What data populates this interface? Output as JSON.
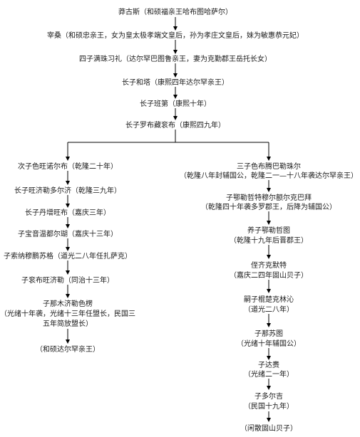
{
  "trunk": [
    "莽古斯（和硕福亲王哈布图哈萨尔）",
    "宰桑（和硕忠亲王，女为皇太极孝端文皇后，孙为孝庄文皇后，妹为敏惠恭元妃）",
    "四子满珠习礼（达尔罕巴图鲁亲王，妻为克勤郡王岳托长女）",
    "长子和塔（康熙四年达尔罕亲王）",
    "长子班第（康熙十年）",
    "长子罗布藏衮布（康熙四九年）"
  ],
  "left_branch": [
    "次子色旺诺尔布（乾隆二十年）",
    "长子旺济勒多尔济（乾隆三九年）",
    "长子丹增旺布（嘉庆三年）",
    "子宝音温都尔瑚（嘉庆十三年）",
    "子索纳穆鹏苏格（道光二八年任扎萨克）",
    "子衮布旺济勒（同治十三年）",
    [
      "子那木济勒色楞",
      "（光绪十年袭，光绪十三年任盟长，民国三",
      "五年简放盟长）"
    ],
    "（和硕达尔罕亲王）"
  ],
  "right_branch": [
    [
      "三子色布腾巴勒珠尔",
      "（乾隆八年封辅国公，乾隆二一—十八年袭达尔罕亲王）"
    ],
    [
      "子鄂勒哲特穆尔额尔克巴拜",
      "（乾隆四十年袭多罗郡王，后降为辅国公）"
    ],
    [
      "养子鄂勒哲图",
      "（乾隆十九年后晋郡王）"
    ],
    [
      "侄齐克默特",
      "（嘉庆二四年固山贝子）"
    ],
    [
      "嗣子棍楚克林沁",
      "（道光二八年）"
    ],
    [
      "子那苏图",
      "（光绪十年辅国公）"
    ],
    [
      "子达赉",
      "（光绪二一年）"
    ],
    [
      "子多尔吉",
      "（民国十九年）"
    ],
    "（闲散固山贝子）"
  ]
}
